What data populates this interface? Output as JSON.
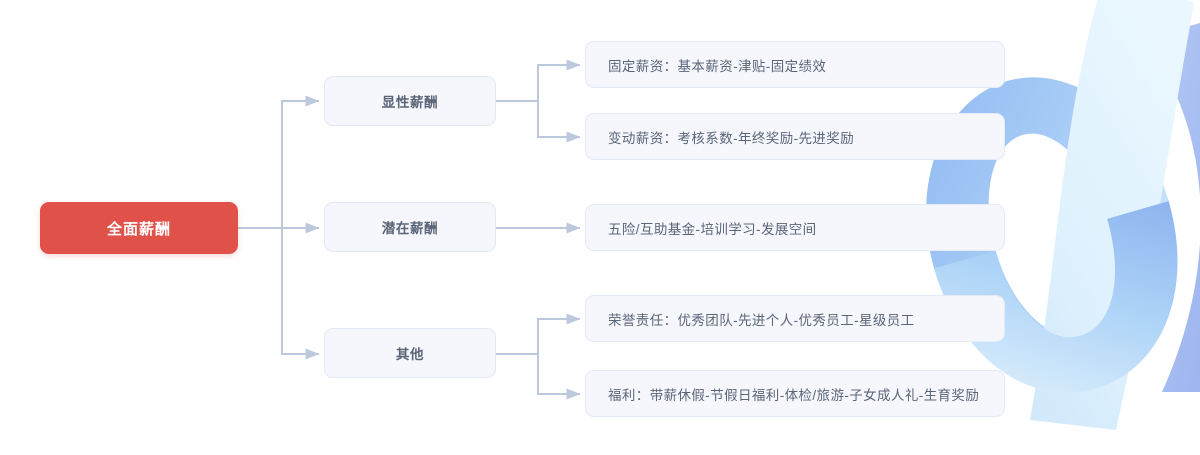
{
  "diagram": {
    "title": "全面薪酬",
    "type": "mind-map",
    "root": {
      "label": "全面薪酬",
      "color": "#e0514a",
      "text_color": "#ffffff"
    },
    "branches": [
      {
        "label": "显性薪酬",
        "children": [
          "固定薪资：基本薪资-津贴-固定绩效",
          "变动薪资：考核系数-年终奖励-先进奖励"
        ]
      },
      {
        "label": "潜在薪酬",
        "children": [
          "五险/互助基金-培训学习-发展空间"
        ]
      },
      {
        "label": "其他",
        "children": [
          "荣誉责任：优秀团队-先进个人-优秀员工-星级员工",
          "福利：带薪休假-节假日福利-体检/旅游-子女成人礼-生育奖励"
        ]
      }
    ],
    "leaves": [
      "固定薪资：基本薪资-津贴-固定绩效",
      "变动薪资：考核系数-年终奖励-先进奖励",
      "五险/互助基金-培训学习-发展空间",
      "荣誉责任：优秀团队-先进个人-优秀员工-星级员工",
      "福利：带薪休假-节假日福利-体检/旅游-子女成人礼-生育奖励"
    ],
    "colors": {
      "root_fill": "#e0514a",
      "node_fill": "#f5f7fc",
      "node_border": "#e2e8f5",
      "node_text": "#5b6578",
      "connector": "#bcc9dc",
      "decor_blue_light": "#d9eefb",
      "decor_blue_mid": "#9cc3f3",
      "decor_blue_deep": "#8da9ee",
      "background": "#ffffff"
    },
    "decoration": {
      "name": "abstract-blue-ribbon-loop"
    }
  }
}
